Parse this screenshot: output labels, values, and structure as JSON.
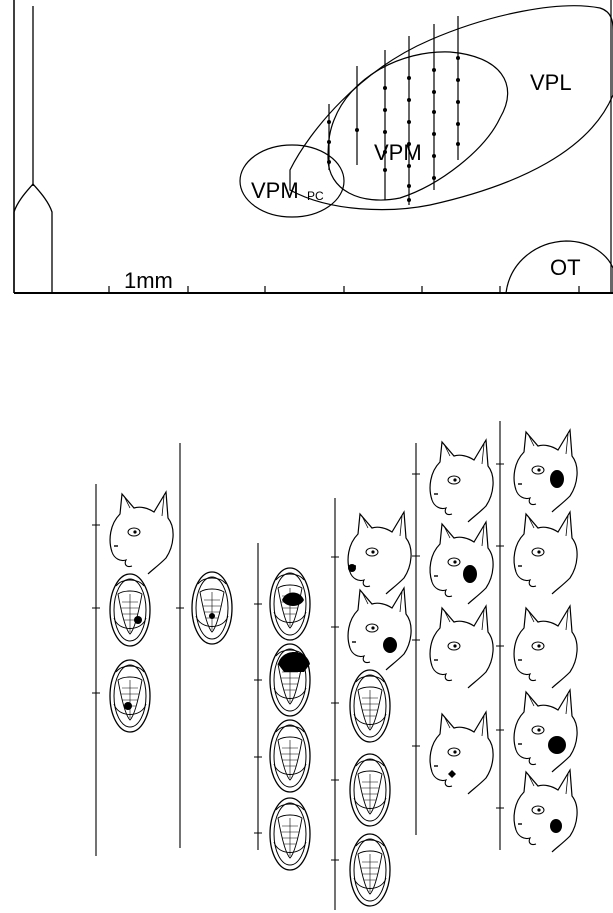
{
  "labels": {
    "vpl": "VPL",
    "vpm": "VPM",
    "vpmpc_main": "VPM",
    "vpmpc_sub": "PC",
    "ot": "OT",
    "scale_bar": "1mm"
  },
  "figure": {
    "tracks": [
      {
        "id": "track-1",
        "icons": [
          "cat-face",
          "open-mouth",
          "open-mouth"
        ]
      },
      {
        "id": "track-2",
        "icons": [
          "open-mouth"
        ]
      },
      {
        "id": "track-3",
        "icons": [
          "open-mouth",
          "open-mouth",
          "open-mouth",
          "open-mouth"
        ]
      },
      {
        "id": "track-4",
        "icons": [
          "cat-face",
          "cat-face",
          "open-mouth",
          "open-mouth",
          "open-mouth"
        ]
      },
      {
        "id": "track-5",
        "icons": [
          "cat-face",
          "cat-face",
          "cat-face",
          "cat-face"
        ]
      },
      {
        "id": "track-6",
        "icons": [
          "cat-face",
          "cat-face",
          "cat-face",
          "cat-face",
          "cat-face"
        ]
      }
    ],
    "ink_color": "#000000",
    "background_color": "#ffffff"
  }
}
